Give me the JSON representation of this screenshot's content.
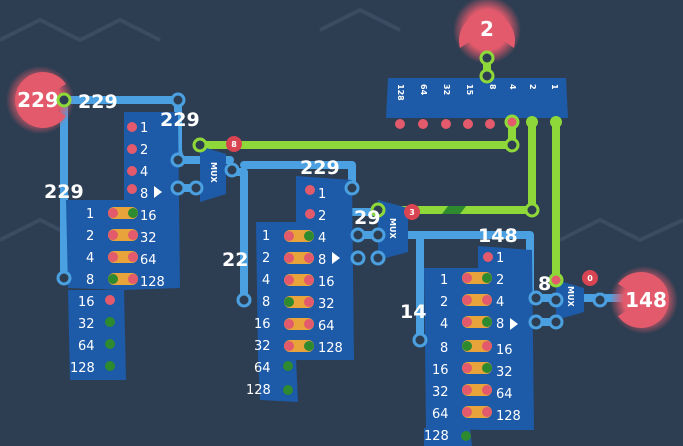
{
  "input_top": {
    "value": "2"
  },
  "input_left": {
    "value": "229"
  },
  "output_right": {
    "value": "148"
  },
  "mux_label": "MUX",
  "top_splitter": {
    "bits": [
      "128",
      "64",
      "32",
      "15",
      "8",
      "4",
      "2",
      "1"
    ]
  },
  "wire_labels": {
    "left_top": "229",
    "left_top_partial": "229",
    "left_mid": "229",
    "mid_top": "229",
    "mid_partial": "29",
    "mid_left_partial": "22",
    "right_top": "148",
    "right_partial_8": "8",
    "right_left_partial": "14"
  },
  "badges": {
    "mux1": "8",
    "mux2": "3",
    "mux3": "0"
  },
  "shifter_bits": [
    "1",
    "2",
    "4",
    "8",
    "16",
    "32",
    "64",
    "128"
  ],
  "colors": {
    "background": "#2e3e52",
    "chip": "#1d5aa8",
    "wire_blue": "#4aa0e0",
    "wire_green": "#8fd83a",
    "io_red": "#e0596a"
  }
}
